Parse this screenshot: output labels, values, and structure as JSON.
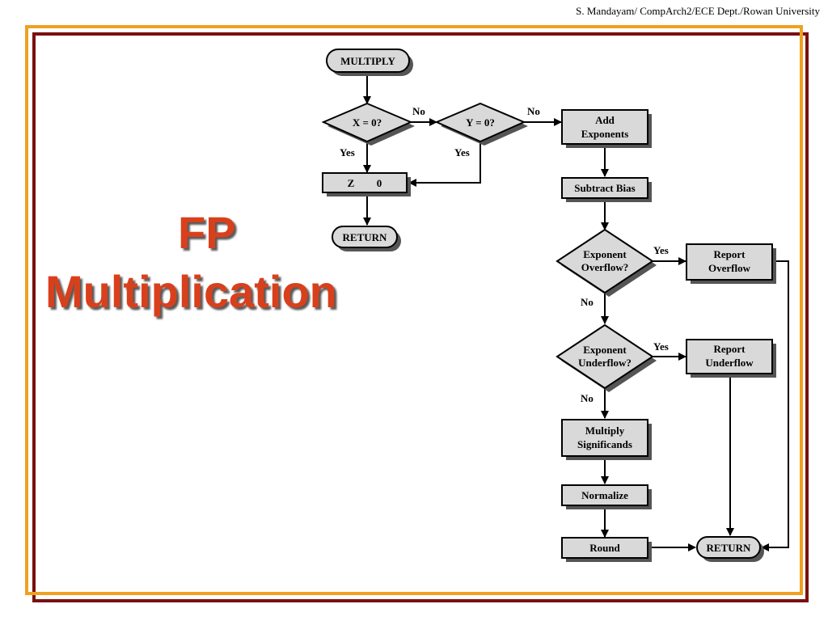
{
  "header": {
    "credit": "S. Mandayam/ CompArch2/ECE Dept./Rowan University"
  },
  "title": {
    "line1": "FP",
    "line2": "Multiplication"
  },
  "nodes": {
    "multiply": "MULTIPLY",
    "x_zero": "X = 0?",
    "y_zero": "Y = 0?",
    "z_zero_a": "Z",
    "z_zero_b": "0",
    "return_top": "RETURN",
    "add_exp_1": "Add",
    "add_exp_2": "Exponents",
    "subtract_bias": "Subtract Bias",
    "exp_over_1": "Exponent",
    "exp_over_2": "Overflow?",
    "report_over_1": "Report",
    "report_over_2": "Overflow",
    "exp_under_1": "Exponent",
    "exp_under_2": "Underflow?",
    "report_under_1": "Report",
    "report_under_2": "Underflow",
    "mult_sig_1": "Multiply",
    "mult_sig_2": "Significands",
    "normalize": "Normalize",
    "round": "Round",
    "return_bottom": "RETURN"
  },
  "edges": {
    "x_no": "No",
    "x_yes": "Yes",
    "y_no": "No",
    "y_yes": "Yes",
    "over_yes": "Yes",
    "over_no": "No",
    "under_yes": "Yes",
    "under_no": "No"
  }
}
